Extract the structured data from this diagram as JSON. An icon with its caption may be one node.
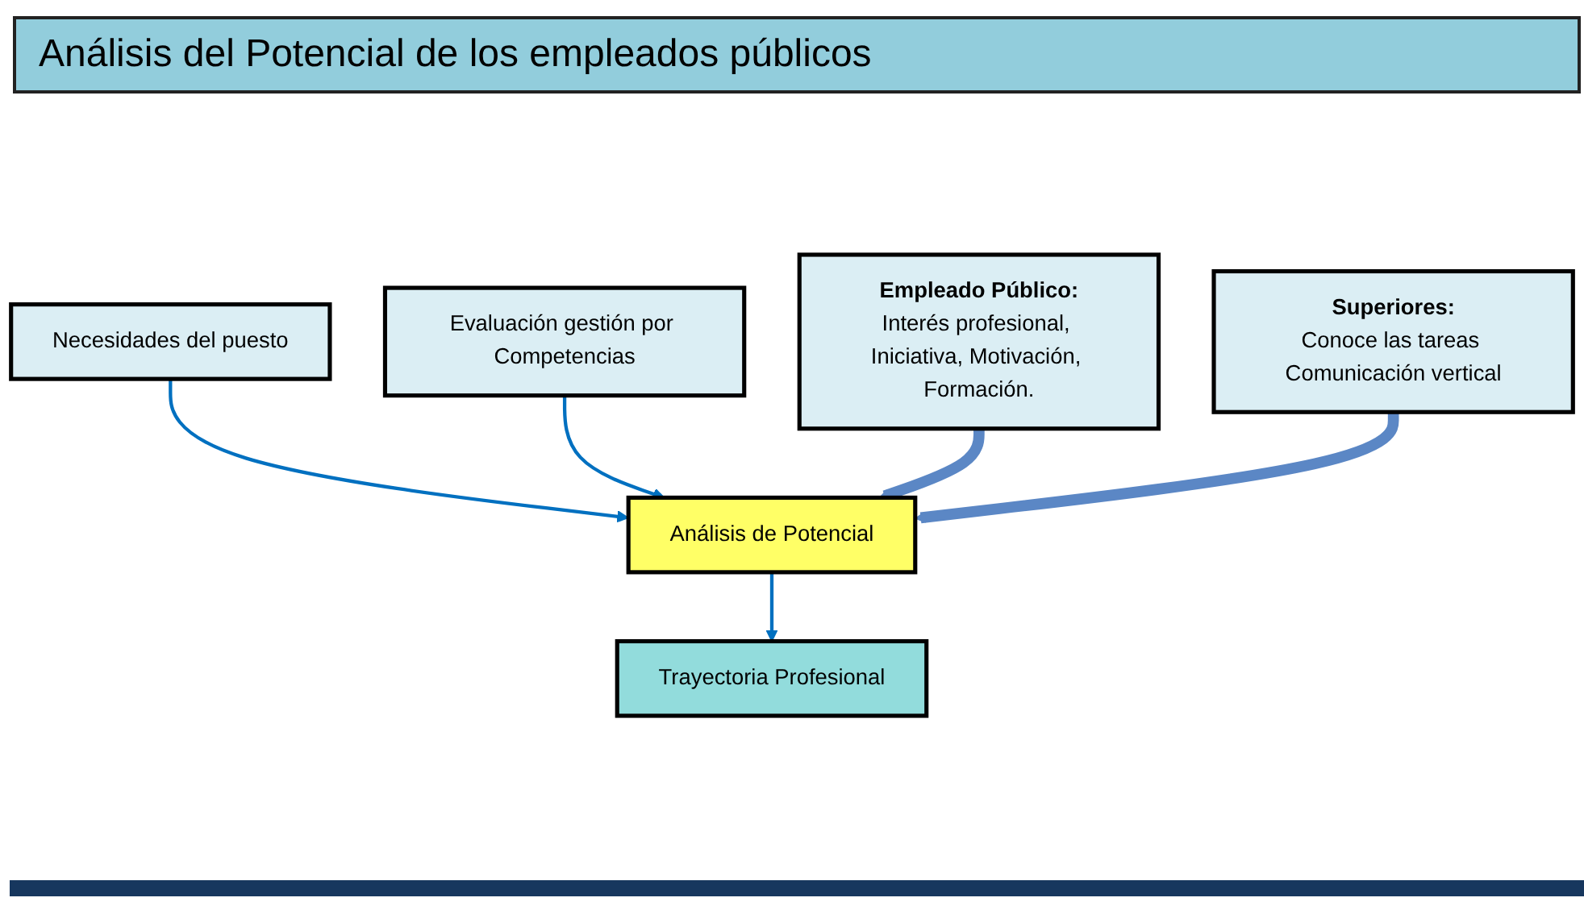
{
  "diagram": {
    "title": "Análisis del Potencial de los empleados públicos",
    "nodes": [
      {
        "text": [
          "Necesidades del puesto"
        ]
      },
      {
        "text": [
          "Evaluación gestión por Competencias"
        ]
      },
      {
        "text": [
          "Análisis de Potencial"
        ]
      },
      {
        "text": [
          "Trayectoria Profesional"
        ]
      },
      {
        "text": [
          "Empleado Público:",
          "Interés profesional, Iniciativa, Motivación, Formación."
        ]
      },
      {
        "text": [
          "Superiores:",
          "Conoce las tareas Comunicación vertical"
        ]
      }
    ],
    "edges": [
      {
        "from": 0,
        "to": 2,
        "arrow": "to"
      },
      {
        "from": 1,
        "to": 2,
        "arrow": "to"
      },
      {
        "from": 2,
        "to": 3,
        "arrow": "to"
      },
      {
        "from": 4,
        "to": 2,
        "arrow": "to",
        "style": "thick",
        "color": "#5b87c5"
      },
      {
        "from": 5,
        "to": 2,
        "arrow": "to",
        "style": "thick",
        "color": "#5b87c5"
      }
    ]
  }
}
